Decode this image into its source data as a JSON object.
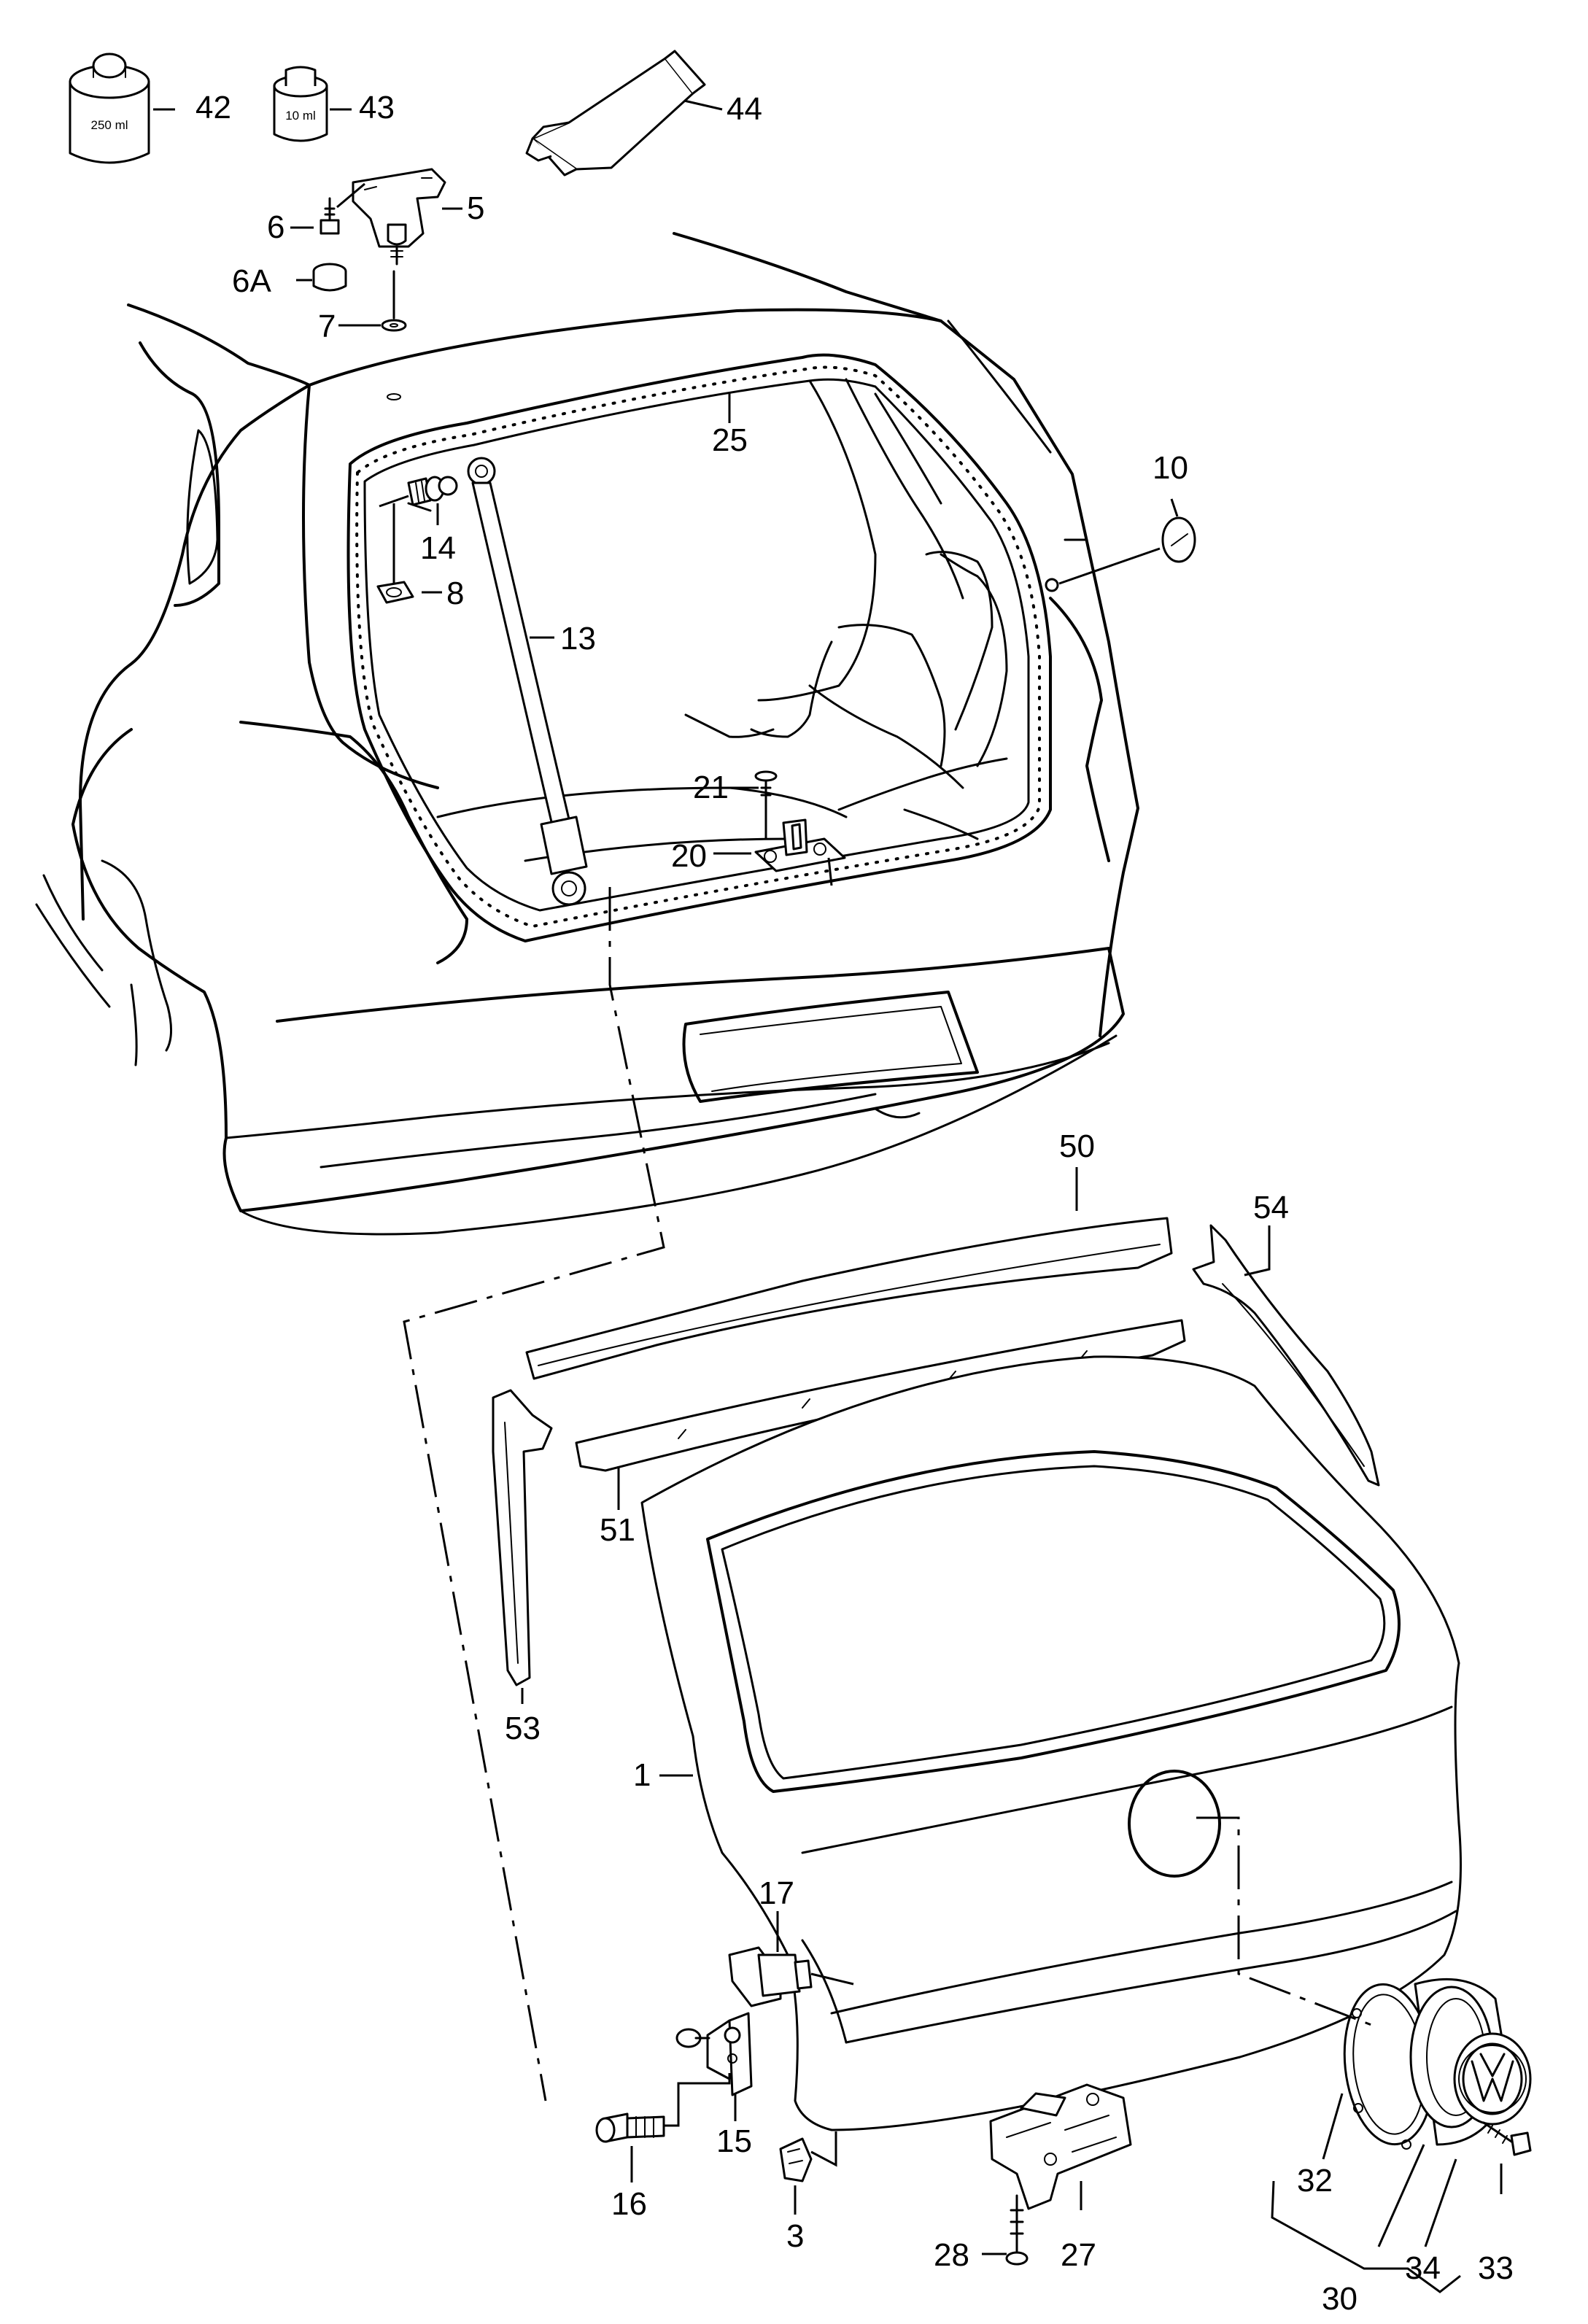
{
  "callouts": {
    "c1": "1",
    "c3": "3",
    "c5": "5",
    "c6": "6",
    "c6a": "6A",
    "c7": "7",
    "c8": "8",
    "c10": "10",
    "c13": "13",
    "c14": "14",
    "c15": "15",
    "c16": "16",
    "c17": "17",
    "c20": "20",
    "c21": "21",
    "c25": "25",
    "c27": "27",
    "c28": "28",
    "c30": "30",
    "c32": "32",
    "c33": "33",
    "c34": "34",
    "c42": "42",
    "c43": "43",
    "c44": "44",
    "c50": "50",
    "c51": "51",
    "c53": "53",
    "c54": "54"
  },
  "containers": {
    "can_250": "250 ml",
    "bottle_10": "10 ml"
  },
  "colors": {
    "line": "#000000",
    "background": "#ffffff"
  }
}
